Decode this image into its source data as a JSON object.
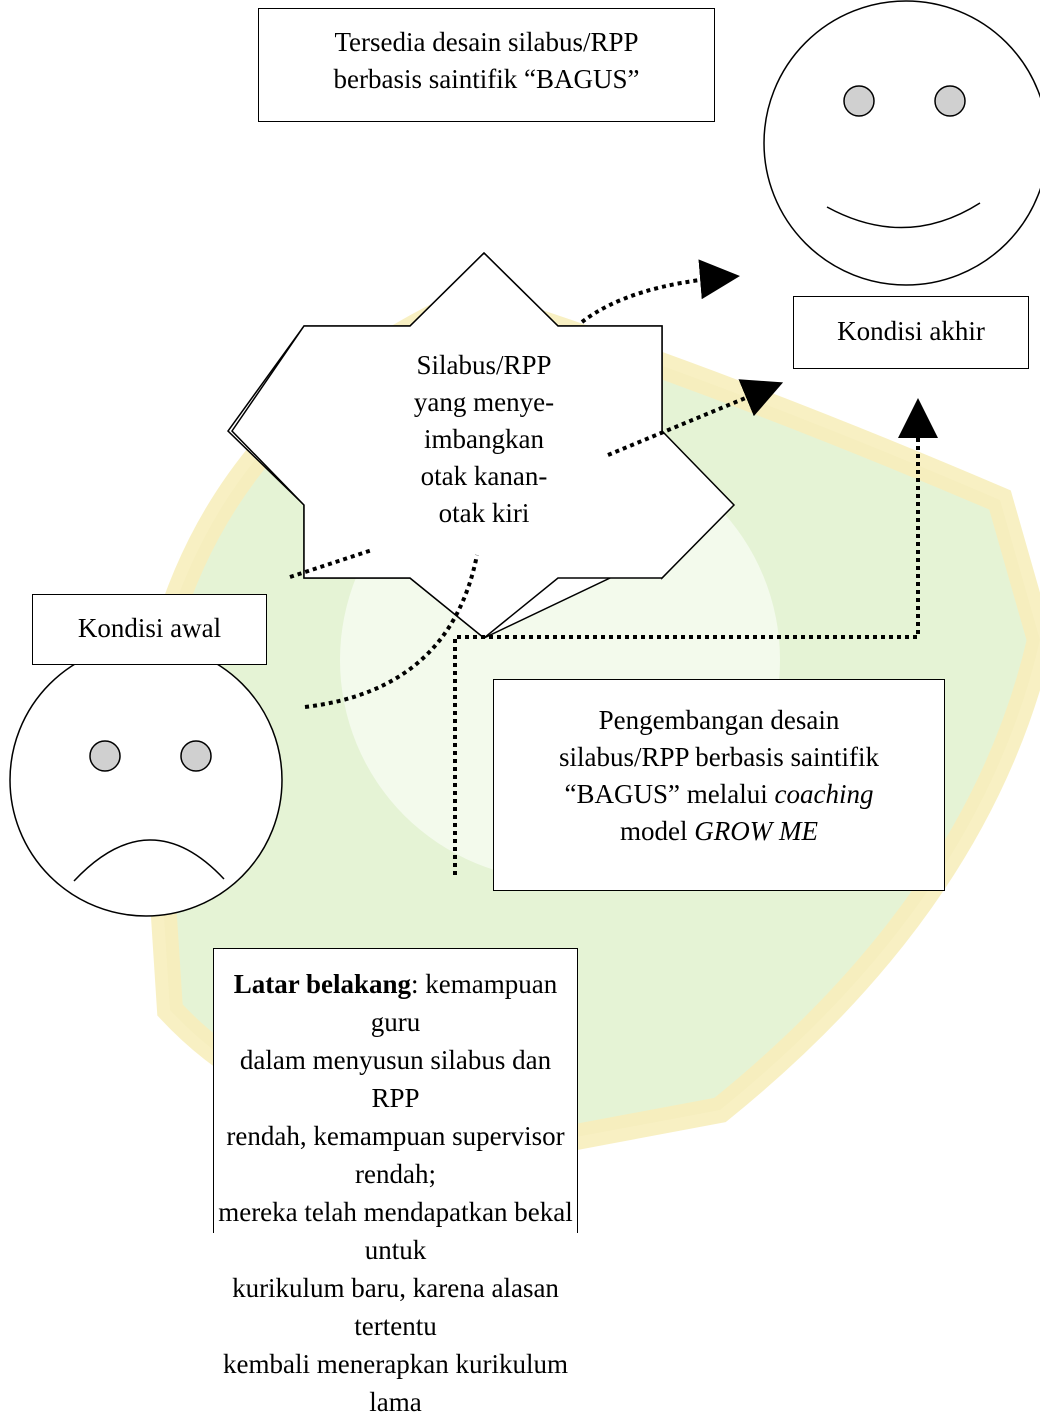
{
  "top_box": {
    "line1": "Tersedia desain silabus/RPP",
    "line2": "berbasis saintifik “BAGUS”"
  },
  "star": {
    "lines": [
      "Silabus/RPP",
      "yang menye-",
      "imbangkan",
      "otak kanan-",
      "otak kiri"
    ]
  },
  "kondisi_akhir": "Kondisi akhir",
  "kondisi_awal": "Kondisi awal",
  "development_box": {
    "line1": "Pengembangan desain",
    "line2": "silabus/RPP berbasis saintifik",
    "line3_pre": "“BAGUS” melalui ",
    "line3_italic": "coaching",
    "line4_pre": "model ",
    "line4_italic": "GROW ME"
  },
  "latar_belakang": {
    "bold": "Latar belakang",
    "rest_line1": ": kemampuan guru",
    "lines": [
      "dalam menyusun silabus dan RPP",
      "rendah, kemampuan supervisor rendah;",
      "mereka telah mendapatkan bekal untuk",
      "kurikulum baru, karena alasan tertentu",
      "kembali menerapkan kurikulum lama"
    ]
  },
  "colors": {
    "watermark_green": "#c6e6a6",
    "watermark_yellow": "#f6ebb0",
    "stroke": "#000000"
  }
}
